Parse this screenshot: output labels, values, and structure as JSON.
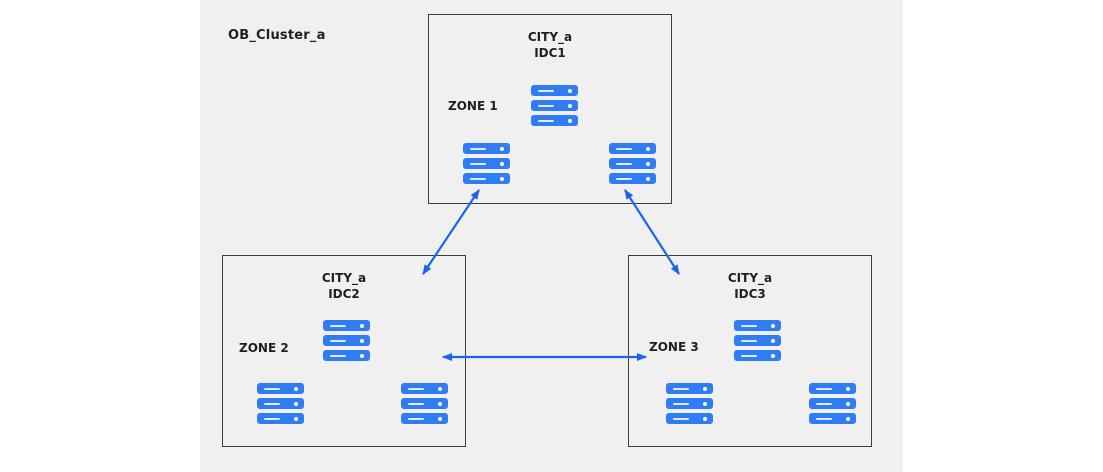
{
  "diagram": {
    "title": "OB_Cluster_a",
    "nodes": [
      {
        "city": "CITY_a",
        "idc": "IDC1",
        "zone": "ZONE 1",
        "server_groups": 3
      },
      {
        "city": "CITY_a",
        "idc": "IDC2",
        "zone": "ZONE 2",
        "server_groups": 3
      },
      {
        "city": "CITY_a",
        "idc": "IDC3",
        "zone": "ZONE 3",
        "server_groups": 3
      }
    ],
    "connections": [
      {
        "from": "IDC1",
        "to": "IDC2",
        "style": "double-headed-arrow"
      },
      {
        "from": "IDC1",
        "to": "IDC3",
        "style": "double-headed-arrow"
      },
      {
        "from": "IDC2",
        "to": "IDC3",
        "style": "double-headed-arrow"
      }
    ],
    "colors": {
      "canvas": "#ffffff",
      "panel": "#f0f0f0",
      "box_border": "#3d3d3d",
      "server": "#2f7cf5",
      "arrow": "#1a66e8",
      "text": "#1f1f1f"
    }
  }
}
